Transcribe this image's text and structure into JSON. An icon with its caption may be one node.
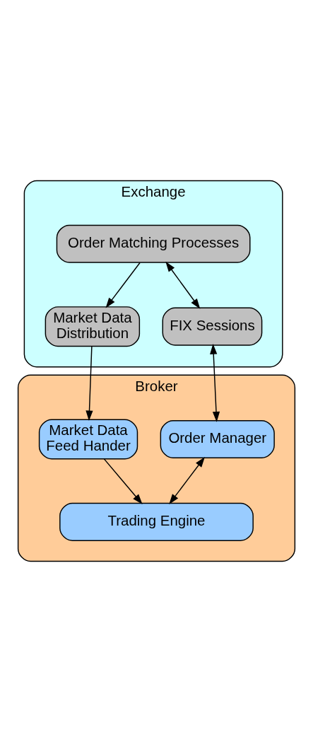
{
  "diagram": {
    "nodes": [
      {
        "text": [
          "Exchange"
        ]
      },
      {
        "text": [
          "Order Matching Processes"
        ],
        "in": 0
      },
      {
        "text": [
          "Market Data Distribution"
        ],
        "in": 0
      },
      {
        "text": [
          "FIX Sessions"
        ],
        "in": 0
      },
      {
        "text": [
          "Broker"
        ]
      },
      {
        "text": [
          "Market Data Feed Hander"
        ],
        "in": 4
      },
      {
        "text": [
          "Order Manager"
        ],
        "in": 4
      },
      {
        "text": [
          "Trading Engine"
        ],
        "in": 4
      }
    ],
    "edges": [
      {
        "from": 1,
        "to": 2,
        "arrow": "to"
      },
      {
        "from": 1,
        "to": 3,
        "arrow": "both"
      },
      {
        "from": 2,
        "to": 5,
        "arrow": "to"
      },
      {
        "from": 3,
        "to": 6,
        "arrow": "both"
      },
      {
        "from": 5,
        "to": 7,
        "arrow": "to"
      },
      {
        "from": 6,
        "to": 7,
        "arrow": "both"
      }
    ]
  }
}
